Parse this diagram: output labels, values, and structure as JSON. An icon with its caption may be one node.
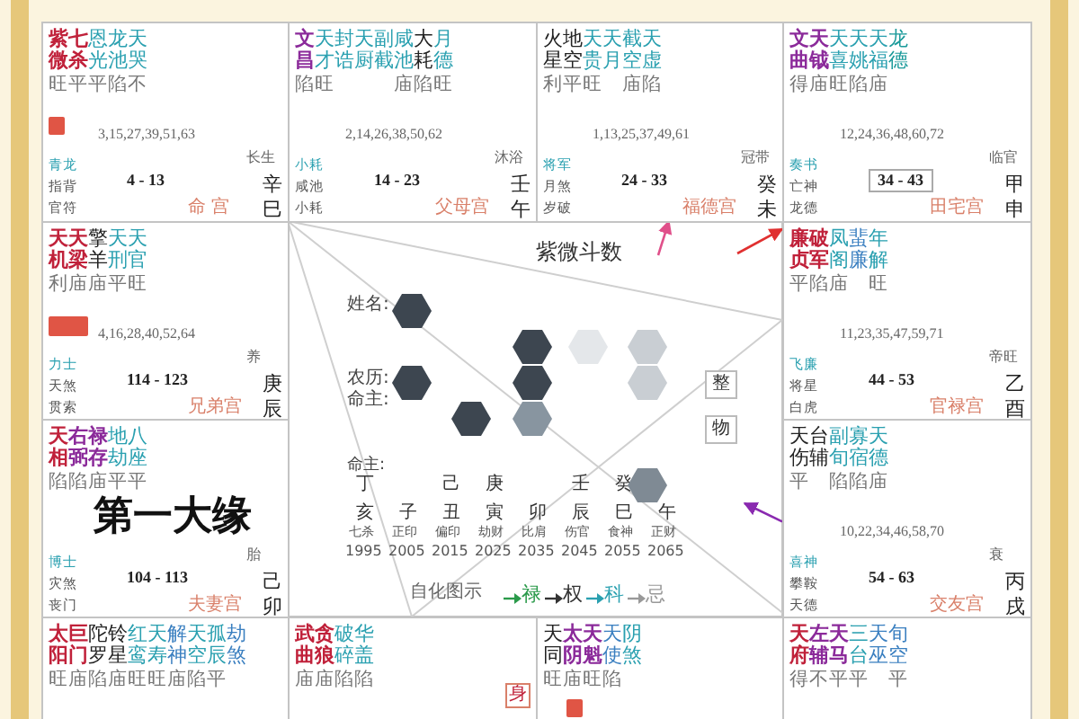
{
  "diagram": {
    "nodes": [
      {
        "text": [
          "紫微",
          "七杀",
          "恩光",
          "龙池",
          "天哭",
          "旺平平陷不",
          "3,15,27,39,51,63",
          "青龙",
          "指背",
          "官符",
          "4 - 13",
          "长生",
          "辛",
          "命 宫",
          "巳"
        ]
      },
      {
        "text": [
          "文昌",
          "天才",
          "封诰",
          "天厨",
          "副截",
          "咸池",
          "大耗",
          "月德",
          "陷旺　　　庙陷旺",
          "2,14,26,38,50,62",
          "小耗",
          "咸池",
          "小耗",
          "14 - 23",
          "沐浴",
          "壬",
          "父母宫",
          "午"
        ]
      },
      {
        "text": [
          "火星",
          "地空",
          "天贵",
          "天月",
          "截空",
          "天虚",
          "利平旺　庙陷",
          "1,13,25,37,49,61",
          "将军",
          "月煞",
          "岁破",
          "24 - 33",
          "冠带",
          "癸",
          "福德宫",
          "未"
        ]
      },
      {
        "text": [
          "文曲",
          "天钺",
          "天喜",
          "天姚",
          "天福",
          "龙德",
          "得庙旺陷庙",
          "12,24,36,48,60,72",
          "奏书",
          "亡神",
          "龙德",
          "34 - 43",
          "临官",
          "甲",
          "田宅宫",
          "申"
        ]
      },
      {
        "text": [
          "天机",
          "天梁",
          "擎羊",
          "天刑",
          "天官",
          "利庙庙平旺",
          "4,16,28,40,52,64",
          "力士",
          "天煞",
          "贯索",
          "114 - 123",
          "养",
          "庚",
          "兄弟宫",
          "辰"
        ]
      },
      {
        "text": [
          "廉贞",
          "破军",
          "凤阁",
          "蜚廉",
          "年解",
          "平陷庙　旺",
          "11,23,35,47,59,71",
          "飞廉",
          "将星",
          "白虎",
          "44 - 53",
          "帝旺",
          "乙",
          "官禄宫",
          "酉"
        ]
      },
      {
        "text": [
          "天相",
          "右弼",
          "禄存",
          "地劫",
          "八座",
          "陷陷庙平平",
          "博士",
          "灾煞",
          "丧门",
          "104 - 113",
          "胎",
          "己",
          "夫妻宫",
          "卯"
        ]
      },
      {
        "text": [
          "天伤",
          "台辅",
          "副旬",
          "寡宿",
          "天德",
          "平　陷陷庙",
          "10,22,34,46,58,70",
          "喜神",
          "攀鞍",
          "天德",
          "54 - 63",
          "衰",
          "丙",
          "交友宫",
          "戌"
        ]
      },
      {
        "text": [
          "太阳",
          "巨门",
          "陀罗",
          "铃星",
          "红鸾",
          "天寿",
          "解神",
          "天空",
          "孤辰",
          "劫煞",
          "旺庙陷庙旺旺庙陷平"
        ]
      },
      {
        "text": [
          "武曲",
          "贪狼",
          "破碎",
          "华盖",
          "庙庙陷陷",
          "身"
        ]
      },
      {
        "text": [
          "天同",
          "太阴",
          "天魁",
          "天使",
          "阴煞",
          "旺庙旺陷"
        ]
      },
      {
        "text": [
          "天府",
          "左辅",
          "天马",
          "三台",
          "天巫",
          "旬空",
          "得不平平　平"
        ]
      }
    ],
    "edges": [
      {
        "from": 0,
        "to": 5,
        "arrow": "none"
      },
      {
        "from": 0,
        "to": 9,
        "arrow": "none"
      },
      {
        "from": 0,
        "to": 11,
        "arrow": "none"
      },
      {
        "from": 5,
        "to": 9,
        "arrow": "none"
      },
      {
        "from": null,
        "to": 2,
        "arrow": "to",
        "color": "#e0508a"
      },
      {
        "from": null,
        "to": 5,
        "arrow": "to",
        "color": "#e03030"
      },
      {
        "from": 7,
        "to": null,
        "arrow": "to",
        "color": "#8a2ab0"
      }
    ],
    "labels": [
      "紫微斗数",
      "姓名:",
      "农历:",
      "命主:",
      "整",
      "物",
      "命主:",
      "第一大缘",
      "丁",
      "己",
      "庚",
      "壬",
      "癸",
      "亥",
      "子",
      "丑",
      "寅",
      "卯",
      "辰",
      "巳",
      "午",
      "七杀",
      "正印",
      "偏印",
      "劫财",
      "比肩",
      "伤官",
      "食神",
      "正财",
      "1995",
      "2005",
      "2015",
      "2025",
      "2035",
      "2045",
      "2055",
      "2065",
      "自化图示"
    ],
    "legend": [
      {
        "text": "禄",
        "color": "#2a9a4a"
      },
      {
        "text": "权",
        "color": "#333333"
      },
      {
        "text": "科",
        "color": "#2aa0b0"
      },
      {
        "text": "忌",
        "color": "#999999"
      }
    ]
  }
}
